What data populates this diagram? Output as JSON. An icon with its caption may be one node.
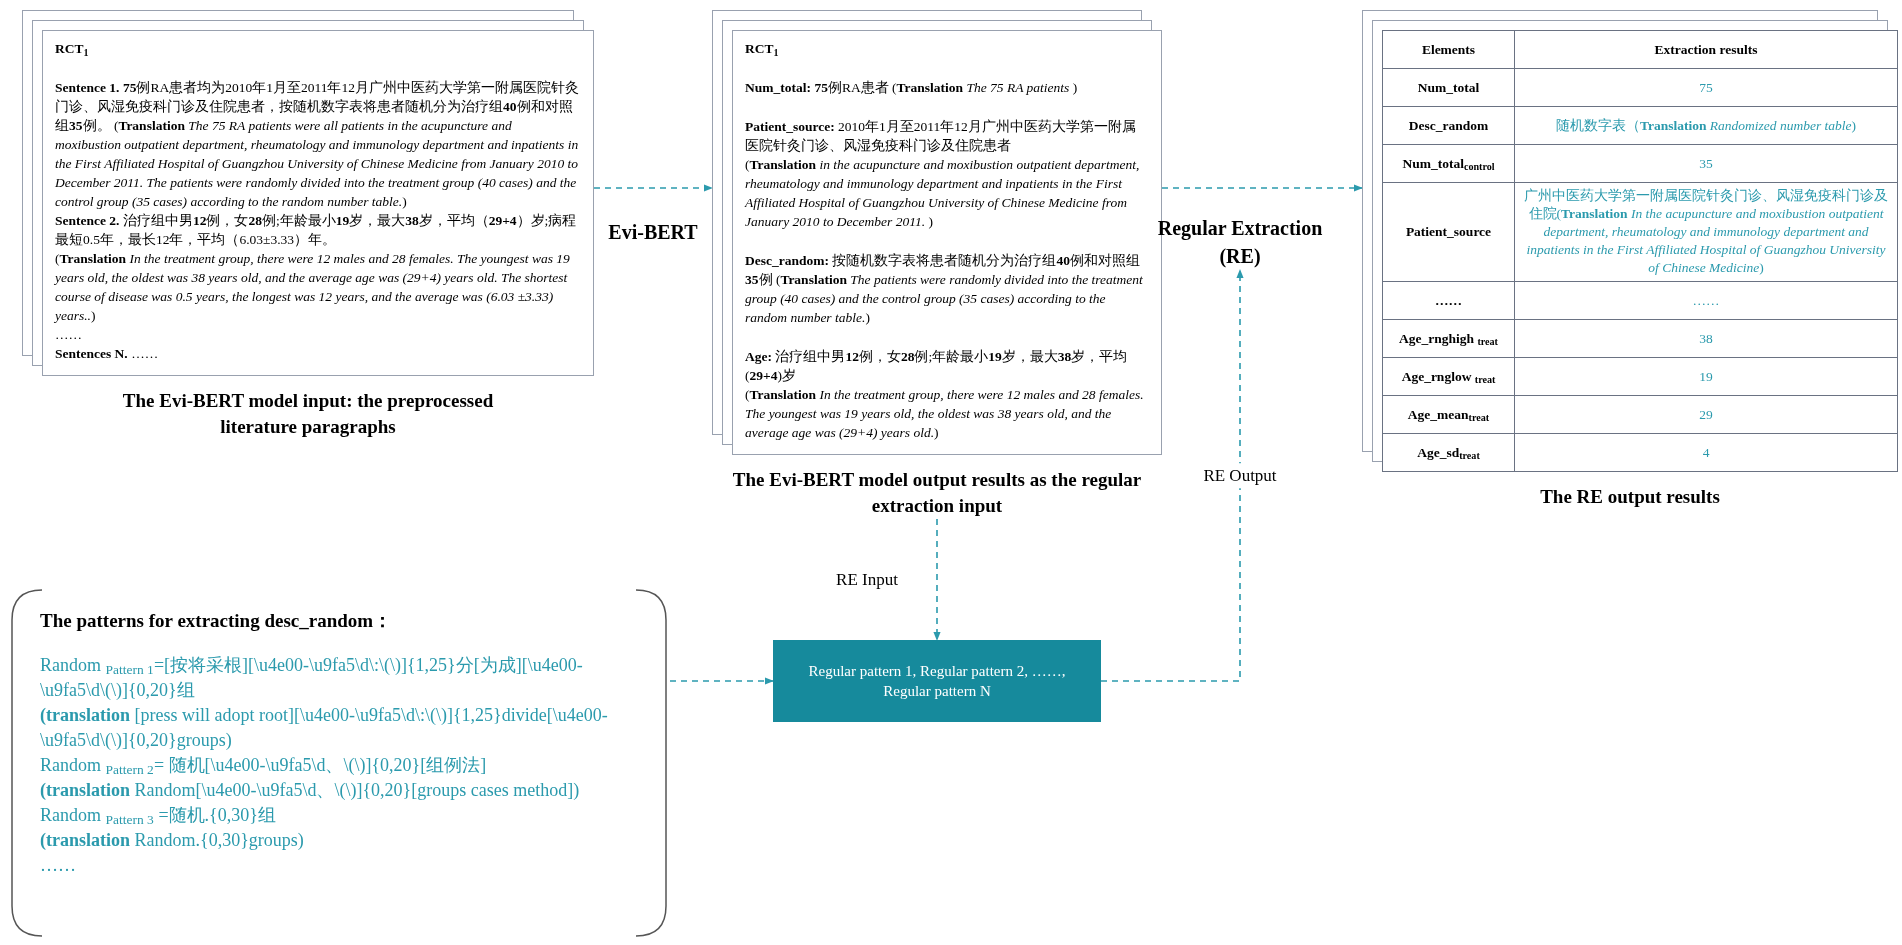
{
  "diagram": {
    "nodes": [
      {
        "text": [
          "RCT$_{1}$",
          "**Sentence 1.** **75**例RA患者均为2010年1月至2011年12月广州中医药大学第一附属医院针灸门诊、风湿免疫科门诊及住院患者，按随机数字表将患者随机分为治疗组**40**例和对照组**35**例。 (**Translation** *The 75 RA patients were all patients in the acupuncture and moxibustion outpatient department, rheumatology and immunology department and inpatients in the First Affiliated Hospital of Guangzhou University of Chinese Medicine from January 2010 to December 2011. The patients were randomly divided into the treatment group (40 cases) and the control group (35 cases) according to the random number table.*)",
          "**Sentence 2.** 治疗组中男**12**例，女**28**例;年龄最小**19**岁，最大**38**岁，平均（**29+4**）岁;病程最短0.5年，最长12年，平均（6.03±3.33）年。",
          "(**Translation** *In the treatment group, there were 12 males and 28 females. The youngest was 19 years old, the oldest was 38 years old, and the average age was (29+4) years old. The shortest course of disease was 0.5 years, the longest was 12 years, and the average was (6.03 ±3.33) years..*)",
          "……",
          "**Sentences N.** ……"
        ],
        "beside": [
          "The Evi-BERT model input: the preprocessed literature paragraphs"
        ]
      },
      {
        "text": [
          "RCT$_{1}$",
          "**Num_total:** **75**例RA患者 (**Translation** *The 75 RA patients* )",
          "**Patient_source:** 2010年1月至2011年12月广州中医药大学第一附属医院针灸门诊、风湿免疫科门诊及住院患者",
          "(**Translation** *in the acupuncture and moxibustion outpatient department, rheumatology and immunology department and inpatients in the First Affiliated Hospital of Guangzhou University of Chinese Medicine from January 2010 to December 2011.* )",
          "**Desc_random:** 按随机数字表将患者随机分为治疗组**40**例和对照组**35**例 (**Translation** *The patients were randomly divided into the treatment group (40 cases) and the control group (35 cases) according to the random number table.*)",
          "**Age:** 治疗组中男**12**例，女**28**例;年龄最小**19**岁，最大**38**岁，平均(**29+4**)岁",
          "(**Translation** *In the treatment group, there were 12 males and 28 females. The youngest was 19 years old, the oldest was 38 years old, and the average age was (29+4) years old.*)"
        ],
        "beside": [
          "The Evi-BERT model output results as the regular extraction input"
        ]
      },
      {
        "text": [
          "Regular Extraction (RE)"
        ]
      },
      {
        "text": [
          "Elements",
          "Extraction results",
          "Num_total",
          "75",
          "Desc_random",
          "随机数字表（**Translation** *Randomized number table*)",
          "Num_total$_{control}$",
          "35",
          "Patient_source",
          "广州中医药大学第一附属医院针灸门诊、风湿免疫科门诊及住院(**Translation** *In the acupuncture and moxibustion outpatient department, rheumatology and immunology department and inpatients in the First Affiliated Hospital of Guangzhou University of Chinese Medicine*)",
          "……",
          "……",
          "Age_rnghigh $_{treat}$",
          "38",
          "Age_rnglow $_{treat}$",
          "19",
          "Age_mean$_{treat}$",
          "29",
          "Age_sd$_{treat}$",
          "4"
        ],
        "beside": [
          "The RE output results"
        ]
      },
      {
        "text": [
          "The patterns for extracting desc_random：",
          "Random $_{Pattern 1}$=[按将采根][\\u4e00-\\u9fa5\\d\\:\\(\\)]{1,25}分[为成][\\u4e00-\\u9fa5\\d\\(\\)]{0,20}组",
          "**(translation** [press will adopt root][\\u4e00-\\u9fa5\\d\\:\\(\\)]{1,25}divide[\\u4e00-\\u9fa5\\d\\(\\)]{0,20}groups)",
          "Random $_{Pattern 2}$= 随机[\\u4e00-\\u9fa5\\d、\\(\\)]{0,20}[组例法]",
          "**(translation** Random[\\u4e00-\\u9fa5\\d、\\(\\)]{0,20}[groups cases method])",
          "Random $_{Pattern 3}$ =随机.{0,30}组",
          "**(translation** Random.{0,30}groups)",
          "……"
        ]
      },
      {
        "text": [
          "Regular pattern 1, Regular pattern 2, ……, Regular pattern N"
        ]
      }
    ],
    "edges": [
      {
        "from": 0,
        "to": 1,
        "arrow": "to",
        "label": "Evi-BERT",
        "style": "dashed"
      },
      {
        "from": 1,
        "to": 3,
        "arrow": "to",
        "style": "dashed"
      },
      {
        "from": 1,
        "to": 5,
        "arrow": "to",
        "label": "RE Input",
        "style": "dashed"
      },
      {
        "from": 4,
        "to": 5,
        "arrow": "to",
        "style": "dashed"
      },
      {
        "from": 5,
        "to": 2,
        "arrow": "to",
        "label": "RE Output",
        "style": "dashed"
      }
    ]
  }
}
